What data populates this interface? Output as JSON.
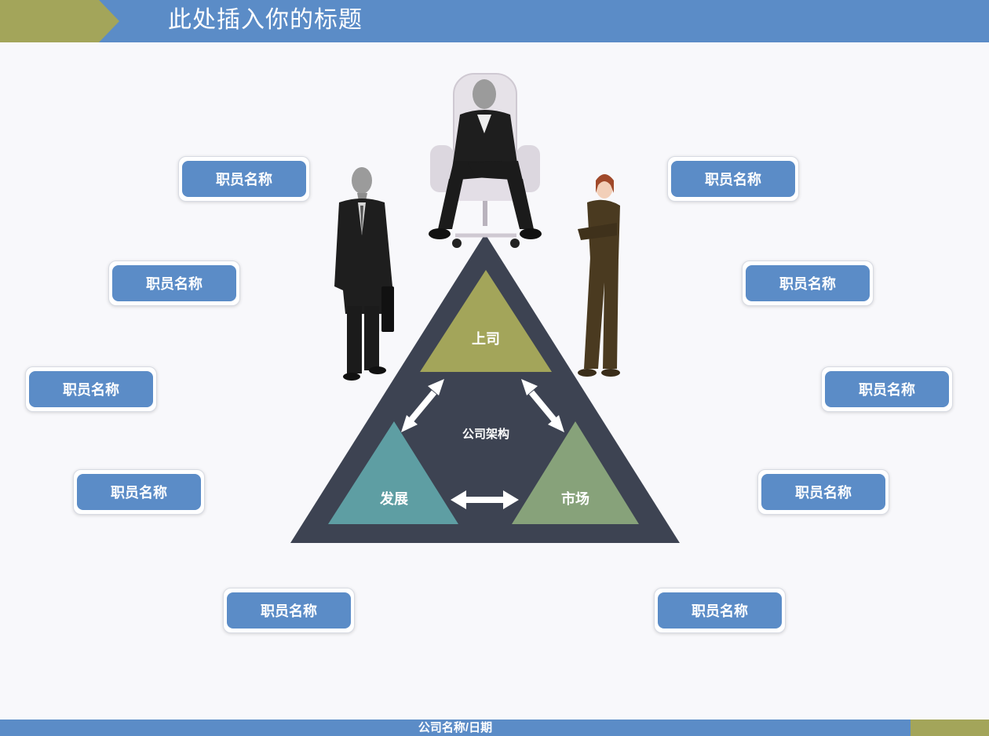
{
  "header": {
    "title": "此处插入你的标题",
    "color": "#5b8cc7",
    "accent_color": "#a3a55a"
  },
  "footer": {
    "text": "公司名称/日期"
  },
  "diagram": {
    "center_label": "公司架构",
    "nodes": {
      "top": "上司",
      "left": "发展",
      "right": "市场"
    },
    "colors": {
      "outer": "#3d4352",
      "top": "#a3a55a",
      "left": "#5e9ea3",
      "right": "#87a27a"
    }
  },
  "staff_label": "职员名称",
  "staff": [
    {
      "label": "职员名称"
    },
    {
      "label": "职员名称"
    },
    {
      "label": "职员名称"
    },
    {
      "label": "职员名称"
    },
    {
      "label": "职员名称"
    },
    {
      "label": "职员名称"
    },
    {
      "label": "职员名称"
    },
    {
      "label": "职员名称"
    },
    {
      "label": "职员名称"
    },
    {
      "label": "职员名称"
    }
  ]
}
